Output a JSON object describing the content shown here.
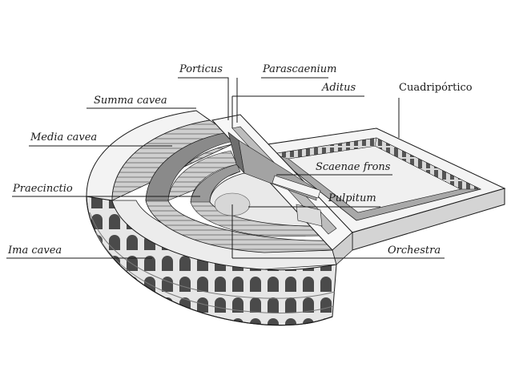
{
  "diagram": {
    "labels": {
      "porticus": "Porticus",
      "parascaenium": "Parascaenium",
      "aditus": "Aditus",
      "cuadriportico": "Cuadripórtico",
      "summa_cavea": "Summa cavea",
      "media_cavea": "Media cavea",
      "praecinctio": "Praecinctio",
      "scaenae_frons": "Scaenae frons",
      "pulpitum": "Pulpitum",
      "ima_cavea": "Ima cavea",
      "orchestra": "Orchestra"
    },
    "colors": {
      "line": "#1a1a1a",
      "stone_light": "#f2f2f2",
      "stone_mid": "#bfbfbf",
      "stone_dark": "#6e6e6e",
      "shadow": "#3c3c3c"
    }
  }
}
